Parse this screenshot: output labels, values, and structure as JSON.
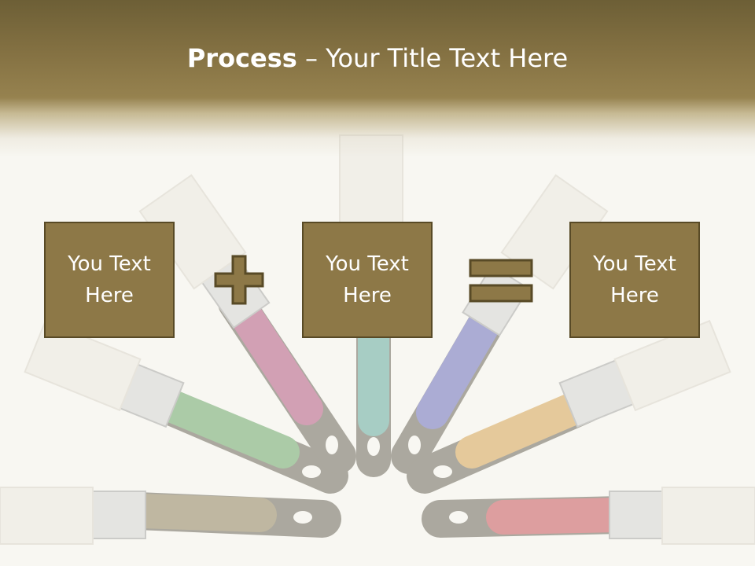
{
  "slide": {
    "title_bold": "Process",
    "title_rest": " – Your Title Text Here"
  },
  "process": {
    "boxes": [
      {
        "text": "You Text\nHere"
      },
      {
        "text": "You Text\nHere"
      },
      {
        "text": "You Text\nHere"
      }
    ],
    "operators": [
      "plus-icon",
      "equals-icon"
    ]
  },
  "colors": {
    "header": "#857243",
    "box_fill": "#8d7847",
    "box_border": "#584a26",
    "text": "#ffffff",
    "background": "#f8f7f2"
  }
}
